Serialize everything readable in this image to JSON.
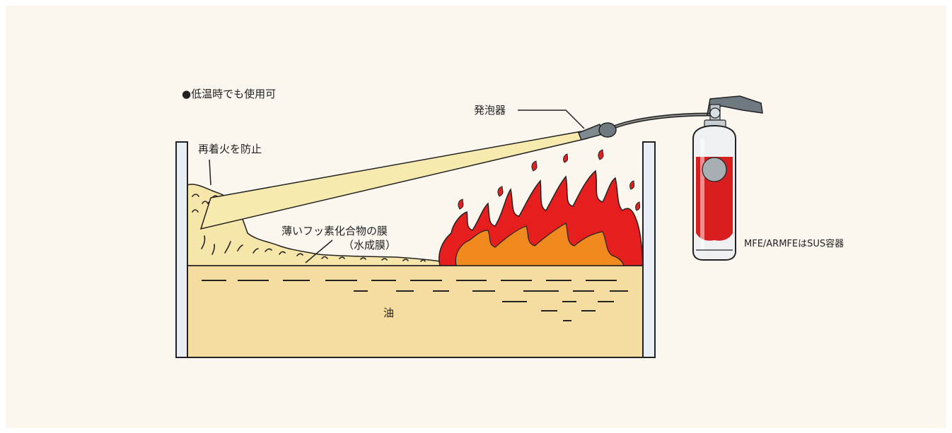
{
  "labels": {
    "low_temp": "●低温時でも使用可",
    "reignition": "再着火を防止",
    "foam_nozzle": "発泡器",
    "thin_film_line1": "薄いフッ素化合物の膜",
    "thin_film_line2": "（水成膜）",
    "oil": "油",
    "container_note": "MFE/ARMFEはSUS容器"
  },
  "icons": {
    "extinguisher": "fire-extinguisher-icon",
    "flame": "flame-icon"
  },
  "colors": {
    "background": "#fbf6ee",
    "oil": "#f5dca0",
    "foam": "#f7e6a9",
    "spray": "#f6eaae",
    "flame_outer": "#e61e1e",
    "flame_inner": "#f08a1e",
    "extinguisher_red": "#d81e1e",
    "tank_wall": "#e8eef4",
    "outline": "#222222"
  }
}
